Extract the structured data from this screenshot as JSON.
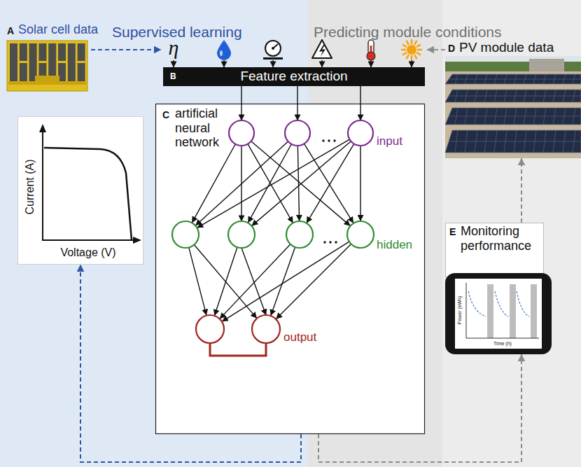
{
  "diagram": {
    "nodes": [
      {
        "text": [
          "Supervised learning"
        ]
      },
      {
        "text": [
          "A",
          "Solar cell data"
        ],
        "in": 0
      },
      {
        "text": [
          "Current (A)",
          "Voltage (V)"
        ],
        "in": 0
      },
      {
        "text": [
          "Predicting module conditions"
        ]
      },
      {
        "text": [
          "D",
          "PV module data"
        ],
        "in": 3
      },
      {
        "text": [
          "E",
          "Monitoring performance",
          "Power (kWh)",
          "Time (h)"
        ],
        "in": 3
      },
      {
        "text": [
          "η"
        ]
      },
      {
        "text": [
          "B",
          "Feature extraction"
        ]
      },
      {
        "text": [
          "C",
          "artificial neural network"
        ]
      },
      {
        "text": [
          "input"
        ],
        "in": 8
      },
      {
        "text": [
          "hidden"
        ],
        "in": 8
      },
      {
        "text": [
          "output"
        ],
        "in": 8
      }
    ],
    "edges": [
      {
        "from": 1,
        "to": 6,
        "arrow": "to"
      },
      {
        "from": 4,
        "to": 6,
        "arrow": "to"
      },
      {
        "from": 6,
        "to": 7,
        "arrow": "to"
      },
      {
        "from": 7,
        "to": 9,
        "arrow": "to"
      },
      {
        "from": 9,
        "to": 10,
        "arrow": "to"
      },
      {
        "from": 10,
        "to": 11,
        "arrow": "to"
      },
      {
        "from": 8,
        "to": 2,
        "arrow": "to"
      },
      {
        "from": 8,
        "to": 5,
        "arrow": "to"
      },
      {
        "from": 5,
        "to": 4,
        "arrow": "to"
      }
    ]
  }
}
